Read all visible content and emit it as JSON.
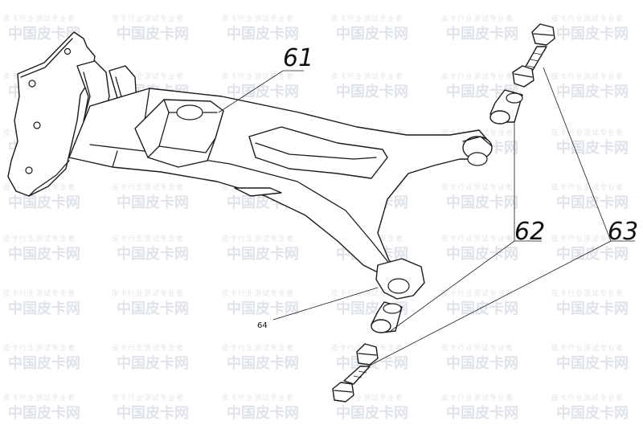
{
  "watermark": {
    "brand": "中国皮卡网",
    "tagline": "皮卡行业测试专业者"
  },
  "callouts": [
    {
      "id": "61",
      "label": "61"
    },
    {
      "id": "62",
      "label": "62"
    },
    {
      "id": "63",
      "label": "63"
    },
    {
      "id": "64",
      "label": "64"
    }
  ]
}
